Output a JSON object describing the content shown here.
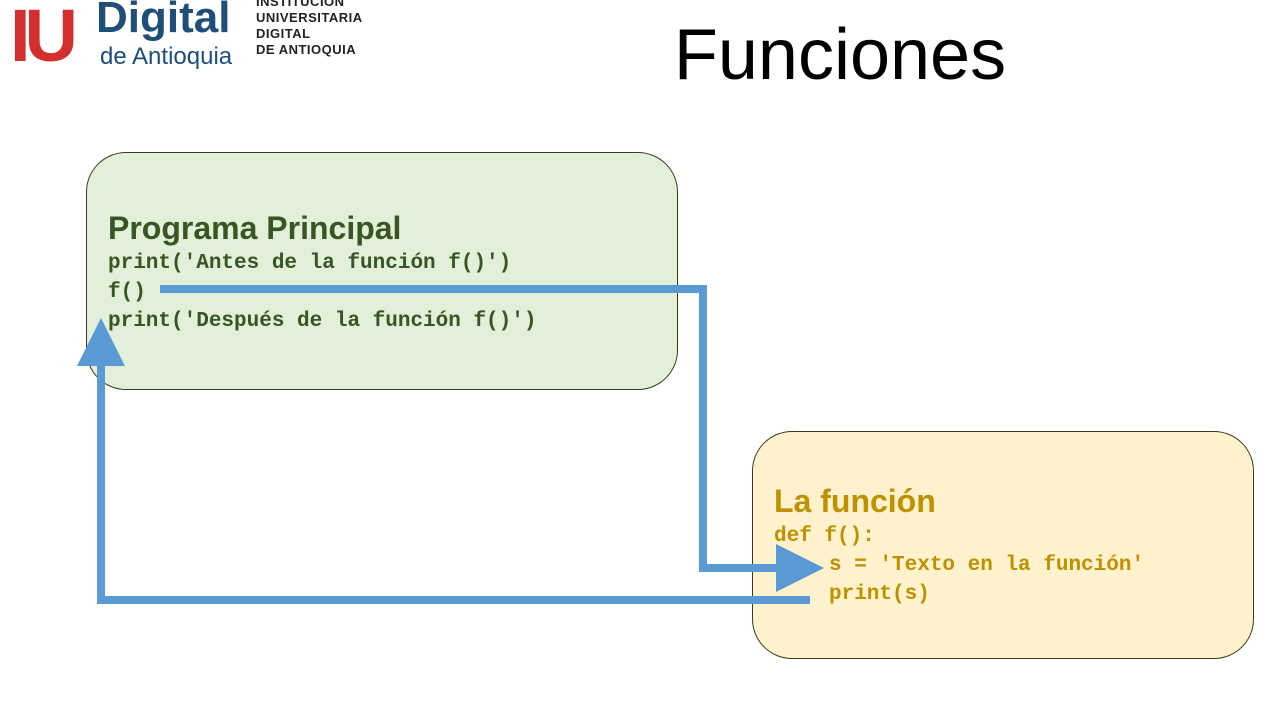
{
  "logo": {
    "mark": "IU",
    "brand": "Digital",
    "brand_sub": "de Antioquia",
    "institution_lines": [
      "INSTITUCIÓN",
      "UNIVERSITARIA",
      "DIGITAL",
      "DE ANTIOQUIA"
    ]
  },
  "title": "Funciones",
  "main_program": {
    "heading": "Programa Principal",
    "code_lines": [
      "print('Antes de la función f()')",
      "f()",
      "print('Después de la función f()')"
    ]
  },
  "function_box": {
    "heading": "La función",
    "code_lines": [
      "def f():",
      "s = 'Texto en la función'",
      "print(s)"
    ]
  },
  "colors": {
    "main_fill": "#e2efd9",
    "main_text": "#375623",
    "func_fill": "#fff2cc",
    "func_text": "#bf9000",
    "arrow": "#5b9bd5",
    "logo_red": "#d32f2f",
    "logo_blue": "#1f4e79"
  }
}
